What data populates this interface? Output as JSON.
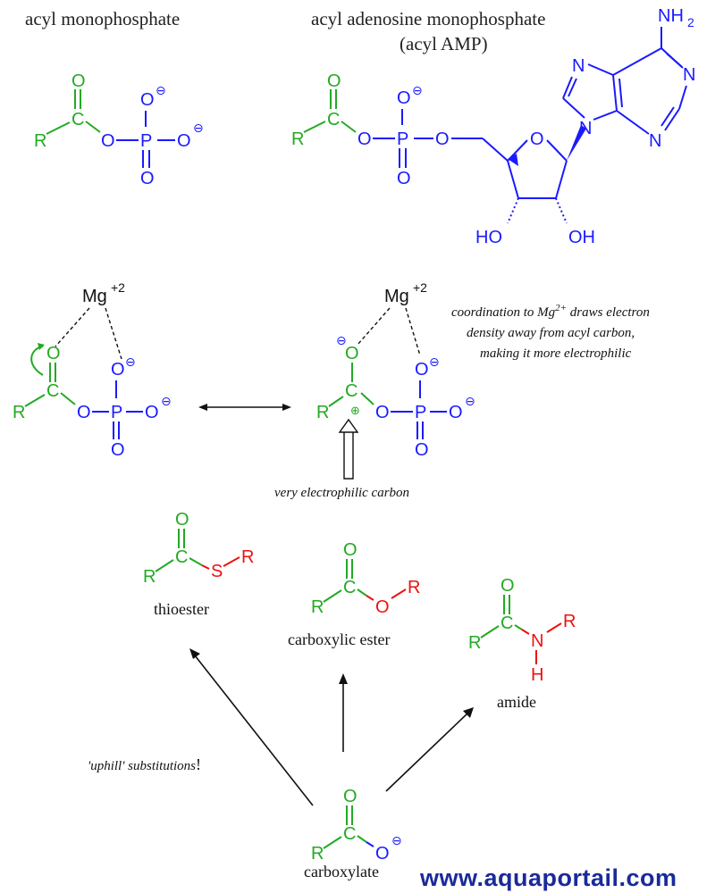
{
  "titles": {
    "acyl_mono": "acyl monophosphate",
    "acyl_amp_1": "acyl adenosine monophosphate",
    "acyl_amp_2": "(acyl AMP)"
  },
  "atoms": {
    "R": "R",
    "C": "C",
    "O": "O",
    "P": "P",
    "S": "S",
    "N": "N",
    "H": "H",
    "NH2": "NH",
    "NH2_sub": "2",
    "OH": "OH",
    "HO": "HO",
    "Mg": "Mg",
    "Mg_charge": "+2",
    "minus": "⊖",
    "plus": "⊕"
  },
  "notes": {
    "coord_1": "coordination to Mg",
    "coord_1_sup": "2+",
    "coord_1_end": " draws electron",
    "coord_2": "density away from acyl carbon,",
    "coord_3": "making it more electrophilic",
    "electrophilic": "very electrophilic carbon",
    "uphill": "'uphill' substitutions",
    "uphill_bang": "!"
  },
  "labels": {
    "thioester": "thioester",
    "carboxylic_ester": "carboxylic ester",
    "amide": "amide",
    "carboxylate": "carboxylate"
  },
  "watermark": "www.aquaportail.com",
  "colors": {
    "acyl_group": "#22aa22",
    "phosphate_amp": "#1a1aff",
    "substituent": "#ee1111",
    "text": "#111111",
    "watermark": "#1a2a9a"
  }
}
